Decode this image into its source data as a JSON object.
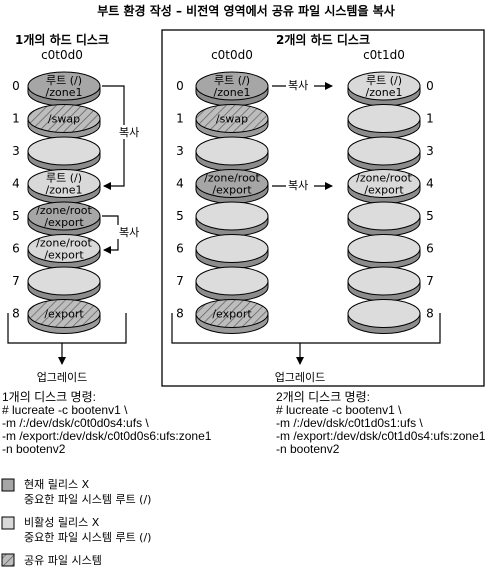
{
  "title": "부트 환경 작성 – 비전역 영역에서 공유 파일 시스템을 복사",
  "left_panel": {
    "heading": "1개의 하드 디스크",
    "disk_name": "c0t0d0",
    "copy_label_1": "복사",
    "copy_label_2": "복사",
    "upgrade_label": "업그레이드",
    "slices": [
      {
        "num": "0",
        "line1": "루트 (/)",
        "line2": "/zone1",
        "style": "current"
      },
      {
        "num": "1",
        "line1": "/swap",
        "line2": "",
        "style": "shared"
      },
      {
        "num": "3",
        "line1": "",
        "line2": "",
        "style": "empty"
      },
      {
        "num": "4",
        "line1": "루트 (/)",
        "line2": "/zone1",
        "style": "inactive"
      },
      {
        "num": "5",
        "line1": "/zone/root",
        "line2": "/export",
        "style": "current"
      },
      {
        "num": "6",
        "line1": "/zone/root",
        "line2": "/export",
        "style": "inactive"
      },
      {
        "num": "7",
        "line1": "",
        "line2": "",
        "style": "empty"
      },
      {
        "num": "8",
        "line1": "/export",
        "line2": "",
        "style": "shared"
      }
    ]
  },
  "right_panel": {
    "heading": "2개의 하드 디스크",
    "disk1_name": "c0t0d0",
    "disk2_name": "c0t1d0",
    "copy_label_1": "복사",
    "copy_label_2": "복사",
    "upgrade_label": "업그레이드",
    "disk1_slices": [
      {
        "num": "0",
        "line1": "루트 (/)",
        "line2": "/zone1",
        "style": "current"
      },
      {
        "num": "1",
        "line1": "/swap",
        "line2": "",
        "style": "shared"
      },
      {
        "num": "3",
        "line1": "",
        "line2": "",
        "style": "empty"
      },
      {
        "num": "4",
        "line1": "/zone/root",
        "line2": "/export",
        "style": "current"
      },
      {
        "num": "5",
        "line1": "",
        "line2": "",
        "style": "empty"
      },
      {
        "num": "6",
        "line1": "",
        "line2": "",
        "style": "empty"
      },
      {
        "num": "7",
        "line1": "",
        "line2": "",
        "style": "empty"
      },
      {
        "num": "8",
        "line1": "/export",
        "line2": "",
        "style": "shared"
      }
    ],
    "disk2_slices": [
      {
        "num": "0",
        "line1": "루트 (/)",
        "line2": "/zone1",
        "style": "inactive"
      },
      {
        "num": "1",
        "line1": "",
        "line2": "",
        "style": "empty"
      },
      {
        "num": "3",
        "line1": "",
        "line2": "",
        "style": "empty"
      },
      {
        "num": "4",
        "line1": "/zone/root",
        "line2": "/export",
        "style": "inactive"
      },
      {
        "num": "5",
        "line1": "",
        "line2": "",
        "style": "empty"
      },
      {
        "num": "6",
        "line1": "",
        "line2": "",
        "style": "empty"
      },
      {
        "num": "7",
        "line1": "",
        "line2": "",
        "style": "empty"
      },
      {
        "num": "8",
        "line1": "",
        "line2": "",
        "style": "empty"
      }
    ]
  },
  "commands_left": {
    "heading": "1개의 디스크 명령:",
    "lines": [
      "# lucreate -c bootenv1 \\",
      "-m /:/dev/dsk/c0t0d0s4:ufs \\",
      "-m /export:/dev/dsk/c0t0d0s6:ufs:zone1",
      "-n bootenv2"
    ]
  },
  "commands_right": {
    "heading": "2개의 디스크 명령:",
    "lines": [
      "# lucreate -c bootenv1 \\",
      "-m /:/dev/dsk/c0t1d0s1:ufs \\",
      "-m /export:/dev/dsk/c0t1d0s4:ufs:zone1",
      "-n bootenv2"
    ]
  },
  "legend": {
    "current_line1": "현재 릴리스 X",
    "current_line2": "중요한 파일 시스템 루트 (/)",
    "inactive_line1": "비활성 릴리스 X",
    "inactive_line2": "중요한 파일 시스템 루트 (/)",
    "shared_label": "공유 파일 시스템"
  },
  "colors": {
    "current": "#a6a6a6",
    "inactive": "#d9d9d9",
    "empty": "#dcdcdc",
    "outline": "#000000"
  }
}
